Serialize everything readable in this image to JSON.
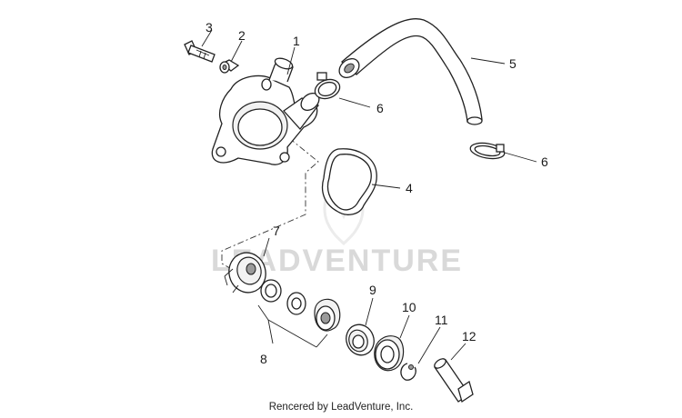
{
  "watermark": {
    "text": "LEADVENTURE"
  },
  "credit": "Rencered by LeadVenture, Inc.",
  "callouts": {
    "c1": "1",
    "c2": "2",
    "c3": "3",
    "c4": "4",
    "c5": "5",
    "c6a": "6",
    "c6b": "6",
    "c7": "7",
    "c8": "8",
    "c9": "9",
    "c10": "10",
    "c11": "11",
    "c12": "12"
  },
  "colors": {
    "line": "#222222",
    "watermark": "#d9d9d9",
    "background": "#ffffff"
  }
}
